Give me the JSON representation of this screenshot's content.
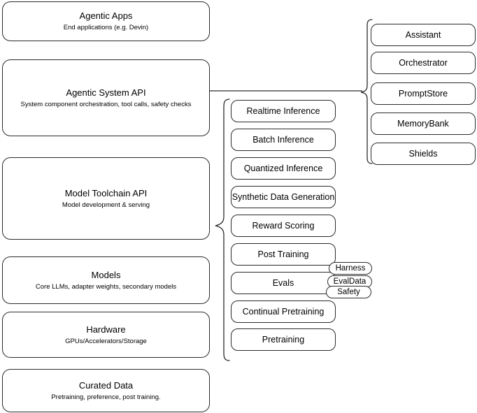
{
  "diagram": {
    "title": "Agentic stack layered architecture",
    "stroke_color": "#2b2b2b",
    "background_color": "#ffffff",
    "text_color": "#000000"
  },
  "layers": [
    {
      "id": "agentic-apps",
      "title": "Agentic Apps",
      "subtitle": "End applications (e.g. Devin)"
    },
    {
      "id": "agentic-system-api",
      "title": "Agentic System API",
      "subtitle": "System component orchestration, tool calls, safety checks"
    },
    {
      "id": "model-toolchain-api",
      "title": "Model Toolchain API",
      "subtitle": "Model development & serving"
    },
    {
      "id": "models",
      "title": "Models",
      "subtitle": "Core LLMs, adapter weights, secondary models"
    },
    {
      "id": "hardware",
      "title": "Hardware",
      "subtitle": "GPUs/Accelerators/Storage"
    },
    {
      "id": "curated-data",
      "title": "Curated Data",
      "subtitle": "Pretraining, preference, post training."
    }
  ],
  "toolchain_items": [
    {
      "id": "realtime-inference",
      "label": "Realtime Inference"
    },
    {
      "id": "batch-inference",
      "label": "Batch Inference"
    },
    {
      "id": "quantized-inference",
      "label": "Quantized Inference"
    },
    {
      "id": "synthetic-data-generation",
      "label": "Synthetic Data Generation"
    },
    {
      "id": "reward-scoring",
      "label": "Reward Scoring"
    },
    {
      "id": "post-training",
      "label": "Post Training"
    },
    {
      "id": "evals",
      "label": "Evals"
    },
    {
      "id": "continual-pretraining",
      "label": "Continual Pretraining"
    },
    {
      "id": "pretraining",
      "label": "Pretraining"
    }
  ],
  "evals_pills": [
    {
      "id": "harness",
      "label": "Harness"
    },
    {
      "id": "evaldata",
      "label": "EvalData"
    },
    {
      "id": "safety",
      "label": "Safety"
    }
  ],
  "system_items": [
    {
      "id": "assistant",
      "label": "Assistant"
    },
    {
      "id": "orchestrator",
      "label": "Orchestrator"
    },
    {
      "id": "promptstore",
      "label": "PromptStore"
    },
    {
      "id": "memorybank",
      "label": "MemoryBank"
    },
    {
      "id": "shields",
      "label": "Shields"
    }
  ]
}
